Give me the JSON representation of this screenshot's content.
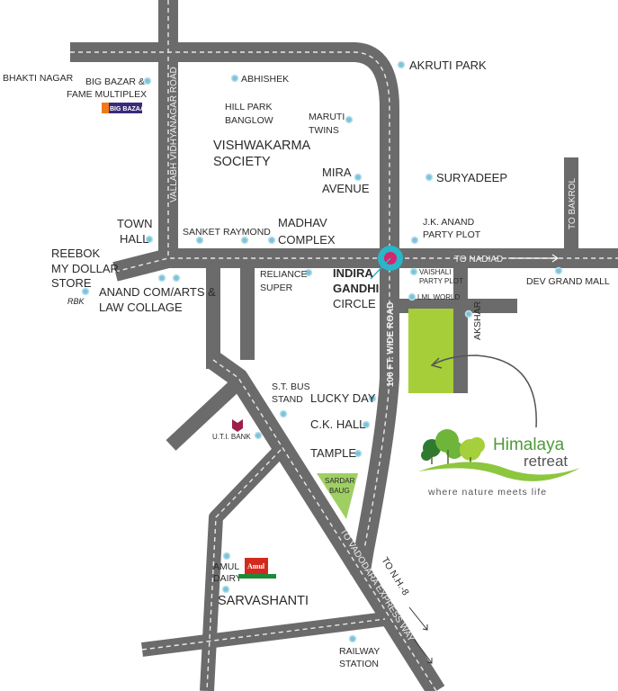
{
  "colors": {
    "road": "#6b6b6b",
    "project_plot": "#a6ce39",
    "garden": "#9fcf62",
    "landmark_dot": "#7ec3d8",
    "circle_ring": "#29b6c8",
    "circle_center": "#d6246e",
    "logo_green": "#4e9a3a"
  },
  "roads": {
    "vallabh": "VALLABH VIDHYANAGAR ROAD",
    "wide_road": "100 FT. WIDE ROAD",
    "to_nadiad": "TO NADIAD",
    "to_bakrol": "TO BAKROL",
    "akshar": "AKSHAR",
    "express_way": "TO VADODARA EXPRESS WAY",
    "nh8": "TO N.H.-8"
  },
  "landmarks": {
    "bhakti_nagar": "BHAKTI NAGAR",
    "big_bazar_1": "BIG BAZAR &",
    "big_bazar_2": "FAME MULTIPLEX",
    "big_bazar_logo": "BIG BAZAAR",
    "abhishek": "ABHISHEK",
    "akruti_park": "AKRUTI PARK",
    "hill_park_1": "HILL PARK",
    "hill_park_2": "BANGLOW",
    "maruti_1": "MARUTI",
    "maruti_2": "TWINS",
    "vishwakarma_1": "VISHWAKARMA",
    "vishwakarma_2": "SOCIETY",
    "mira_1": "MIRA",
    "mira_2": "AVENUE",
    "suryadeep": "SURYADEEP",
    "town_hall_1": "TOWN",
    "town_hall_2": "HALL",
    "sanket": "SANKET",
    "raymond": "RAYMOND",
    "madhav_1": "MADHAV",
    "madhav_2": "COMPLEX",
    "jk_anand_1": "J.K. ANAND",
    "jk_anand_2": "PARTY PLOT",
    "reebok_1": "REEBOK",
    "reebok_2": "MY DOLLAR",
    "reebok_3": "STORE",
    "reebok_logo": "RBK",
    "anand_com_1": "ANAND COM/ARTS &",
    "anand_com_2": "LAW COLLAGE",
    "reliance_1": "RELIANCE",
    "reliance_2": "SUPER",
    "indira_1": "INDIRA",
    "indira_2": "GANDHI",
    "indira_3": "CIRCLE",
    "vaishali_1": "VAISHALI",
    "vaishali_2": "PARTY PLOT",
    "lml": "LML WORLD",
    "dev_grand": "DEV GRAND MALL",
    "st_bus_1": "S.T. BUS",
    "st_bus_2": "STAND",
    "lucky_day": "LUCKY DAY",
    "ck_hall": "C.K. HALL",
    "uti_bank": "U.T.I. BANK",
    "tample": "TAMPLE",
    "sardar_1": "SARDAR",
    "sardar_2": "BAUG",
    "amul_1": "AMUL",
    "amul_2": "DAIRY",
    "amul_logo": "Amul",
    "sarvashanti": "SARVASHANTI",
    "railway_1": "RAILWAY",
    "railway_2": "STATION"
  },
  "logo": {
    "name_1": "Himalaya",
    "name_2": "retreat",
    "tagline": "where nature meets life"
  }
}
